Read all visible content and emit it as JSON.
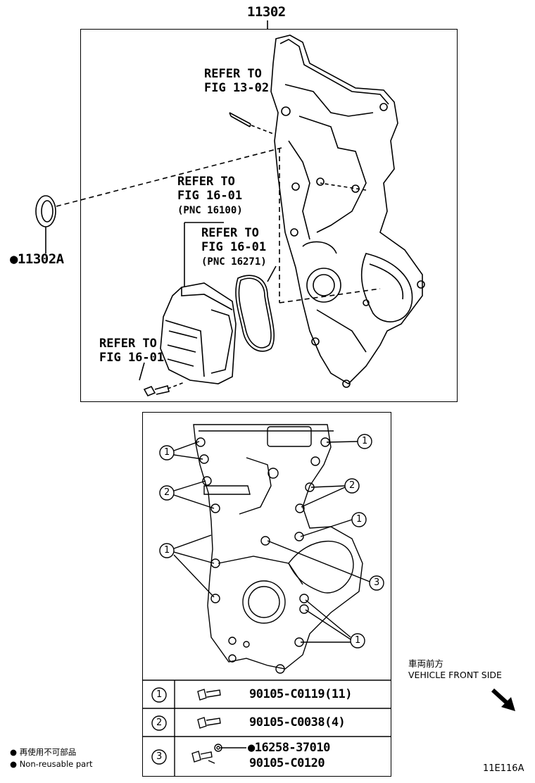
{
  "main_part_number": "11302",
  "seal_part_number": "11302A",
  "refer_notes": [
    {
      "line1": "REFER TO",
      "line2": "FIG 13-02",
      "line3": ""
    },
    {
      "line1": "REFER TO",
      "line2": "FIG 16-01",
      "line3": "(PNC 16100)"
    },
    {
      "line1": "REFER TO",
      "line2": "FIG 16-01",
      "line3": "(PNC 16271)"
    },
    {
      "line1": "REFER TO",
      "line2": "FIG 16-01",
      "line3": ""
    }
  ],
  "callout_numbers": [
    "1",
    "2",
    "3"
  ],
  "bolt_table": [
    {
      "key": "1",
      "part": "90105-C0119(11)"
    },
    {
      "key": "2",
      "part": "90105-C0038(4)"
    },
    {
      "key": "3",
      "part": "16258-37010",
      "part2": "90105-C0120"
    }
  ],
  "legend": {
    "jp": "再使用不可部品",
    "en": "Non-reusable part"
  },
  "direction": {
    "jp": "車両前方",
    "en": "VEHICLE FRONT SIDE"
  },
  "figure_id": "11E116A"
}
